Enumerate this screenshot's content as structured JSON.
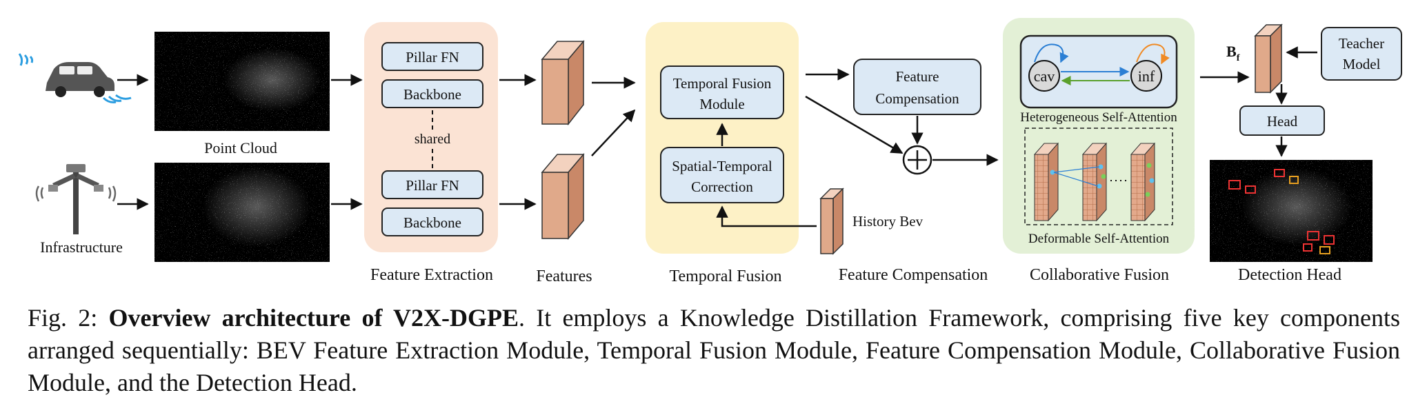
{
  "inputs": {
    "point_cloud_label": "Point Cloud",
    "infrastructure_label": "Infrastructure"
  },
  "feature_extraction": {
    "pillar_top": "Pillar FN",
    "backbone_top": "Backbone",
    "shared": "shared",
    "pillar_bottom": "Pillar FN",
    "backbone_bottom": "Backbone",
    "title": "Feature Extraction"
  },
  "features": {
    "title": "Features"
  },
  "temporal_fusion": {
    "module_line1": "Temporal Fusion",
    "module_line2": "Module",
    "correction_line1": "Spatial-Temporal",
    "correction_line2": "Correction",
    "history": "History Bev",
    "title": "Temporal Fusion"
  },
  "feature_compensation": {
    "box_line1": "Feature",
    "box_line2": "Compensation",
    "title": "Feature Compensation"
  },
  "collaborative_fusion": {
    "cav": "cav",
    "inf": "inf",
    "hetero_label": "Heterogeneous Self-Attention",
    "deform_label": "Deformable Self-Attention",
    "title": "Collaborative Fusion"
  },
  "detection": {
    "bf_main": "B",
    "bf_sub": "f",
    "teacher_line1": "Teacher",
    "teacher_line2": "Model",
    "head": "Head",
    "title": "Detection Head"
  },
  "caption": {
    "prefix": "Fig. 2: ",
    "bold": "Overview architecture of V2X-DGPE",
    "rest": ". It employs a Knowledge Distillation Framework, comprising five key components arranged sequentially: BEV Feature Extraction Module, Temporal Fusion Module, Feature Compensation Module, Collaborative Fusion Module, and the Detection Head."
  },
  "colors": {
    "feature_extraction_bg": "#fbe3d4",
    "temporal_bg": "#fdf1c6",
    "collab_bg": "#e3f0d6",
    "box_fill": "#dce9f5",
    "feature_block": "#e0a98a",
    "accent_blue": "#2b9de0",
    "orange_arrow": "#f08a24",
    "green_arrow": "#5aa02c"
  }
}
